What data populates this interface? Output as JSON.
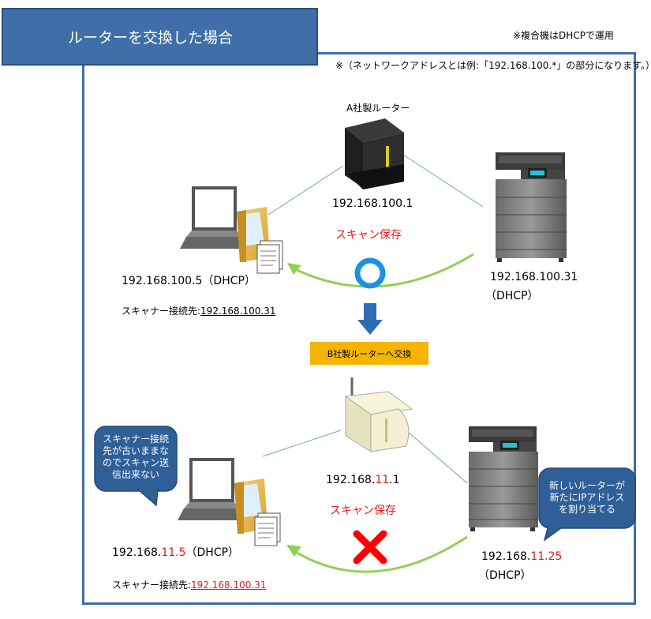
{
  "title": "ルーターを交換した場合",
  "note_dhcp": "※複合機はDHCPで運用",
  "note_network": "※（ネットワークアドレスとは例:「192.168.100.*」の部分になります。）",
  "top": {
    "router_label": "A社製ルーター",
    "router_ip": "192.168.100.1",
    "scan_label": "スキャン保存",
    "pc_ip": "192.168.100.5（DHCP）",
    "printer_ip": "192.168.100.31",
    "printer_dhcp": "（DHCP）",
    "scanner_dest_label": "スキャナー接続先:",
    "scanner_dest_value": "192.168.100.31"
  },
  "exchange_banner": "B社製ルーターへ交換",
  "bottom": {
    "router_ip_prefix": "192.168.",
    "router_ip_highlight": "11",
    "router_ip_suffix": ".1",
    "scan_label": "スキャン保存",
    "pc_ip_prefix": "192.168.",
    "pc_ip_highlight": "11.5",
    "pc_ip_suffix": "（DHCP）",
    "printer_ip_prefix": "192.168.",
    "printer_ip_highlight": "11.25",
    "printer_dhcp": "（DHCP）",
    "scanner_dest_label": "スキャナー接続先:",
    "scanner_dest_value": "192.168.100.31",
    "bubble_left": [
      "スキャナー接続",
      "先が古いままな",
      "のでスキャン送",
      "信出来ない"
    ],
    "bubble_right": [
      "新しいルーターが",
      "新たにIPアドレス",
      "を割り当てる"
    ]
  },
  "colors": {
    "frame": "#3d6fa6",
    "title_bg": "#3f6fa6",
    "bubble": "#2f5f97",
    "arrow_green": "#92d050",
    "ok_circle": "#1e90e0",
    "ng_cross": "#ff0000",
    "banner": "#f5b400",
    "highlight": "#e01c1c"
  }
}
